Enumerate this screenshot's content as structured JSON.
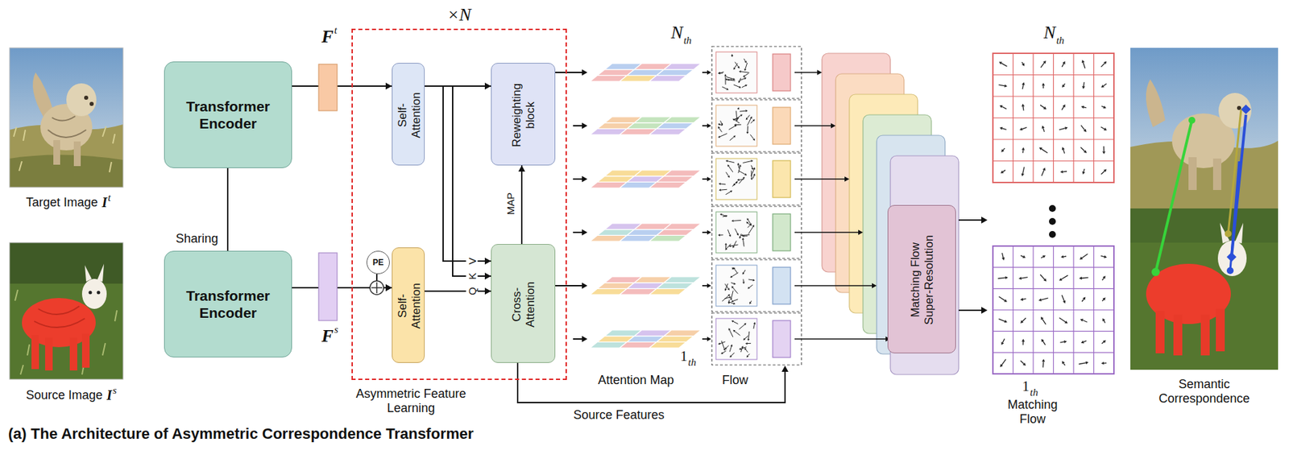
{
  "diagram": {
    "caption": "(a) The Architecture of Asymmetric Correspondence Transformer",
    "nodes": [
      {
        "text": [
          "Transformer Encoder"
        ]
      },
      {
        "text": [
          "Transformer Encoder"
        ]
      },
      {
        "text": [
          "×N",
          "Asymmetric Feature Learning"
        ]
      },
      {
        "text": [
          "Self-Attention"
        ],
        "in": 2
      },
      {
        "text": [
          "Reweighting block"
        ],
        "in": 2
      },
      {
        "text": [
          "PE"
        ],
        "in": 2
      },
      {
        "text": [
          "Self-Attention"
        ],
        "in": 2
      },
      {
        "text": [
          "Cross-Attention"
        ],
        "in": 2
      },
      {
        "text": [
          "Matching Flow Super-Resolution"
        ]
      }
    ],
    "edges": [
      {
        "from": 0,
        "to": 1,
        "label": "Sharing",
        "arrow": "none"
      },
      {
        "from": 0,
        "to": 3,
        "arrow": "to"
      },
      {
        "from": 1,
        "to": 6,
        "arrow": "to"
      },
      {
        "from": 5,
        "to": 6,
        "arrow": "to"
      },
      {
        "from": 3,
        "to": 4,
        "arrow": "to"
      },
      {
        "from": 3,
        "to": 7,
        "label": "V",
        "arrow": "to"
      },
      {
        "from": 3,
        "to": 7,
        "label": "K",
        "arrow": "to"
      },
      {
        "from": 6,
        "to": 7,
        "label": "Q",
        "arrow": "to"
      },
      {
        "from": 7,
        "to": 4,
        "label": "MAP",
        "arrow": "to"
      }
    ],
    "labels": [
      "F",
      "t",
      "N",
      "th",
      "Target Image",
      "I",
      "t",
      "Source Image",
      "I",
      "s",
      "F",
      "s",
      "1",
      "th",
      "Attention Map",
      "Flow",
      "Source Features",
      "N",
      "th",
      "1",
      "th",
      "Matching Flow",
      "Semantic Correspondence"
    ]
  }
}
